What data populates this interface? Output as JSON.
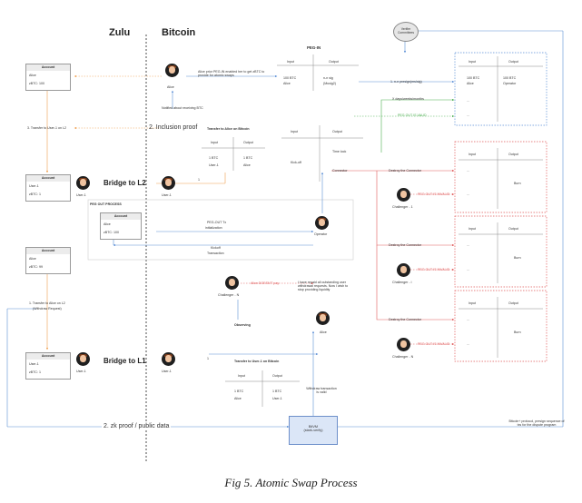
{
  "headers": {
    "zulu": "Zulu",
    "bitcoin": "Bitcoin"
  },
  "caption": "Fig 5. Atomic Swap Process",
  "accounts": {
    "top": {
      "title": "Account",
      "rows": [
        "Alice",
        "zBTC: 100"
      ]
    },
    "mid": {
      "title": "Account",
      "rows": [
        "User-1",
        "zBTC: 1"
      ]
    },
    "low": {
      "title": "Account",
      "rows": [
        "Alice",
        "zBTC: 99"
      ]
    },
    "bottom": {
      "title": "Account",
      "rows": [
        "User-1",
        "zBTC: 1"
      ]
    },
    "pegout": {
      "title": "Account",
      "rows": [
        "Alice",
        "zBTC: 100"
      ]
    }
  },
  "actors": {
    "alice_top": "Alice",
    "user1_zulu_top": "User-1",
    "user1_btc_top": "User-1",
    "operator": "Operator",
    "challenger_n_mid": "Challenger - N",
    "alice_mid": "Alice",
    "user1_zulu_bottom": "User-1",
    "user1_btc_bottom": "User-1",
    "challenger_1": "Challenger - 1",
    "challenger_i": "Challenger - i",
    "challenger_n": "Challenger - N"
  },
  "labels": {
    "bridge_l2": "Bridge to L2",
    "bridge_l1": "Bridge to L1",
    "inclusion_proof": "2. Inclusion proof",
    "zk_proof": "2. zk proof / public data",
    "transfer_l2": "3. Transfer to User-1 on L2",
    "transfer_l1": "1. Transfer to Alice on L2",
    "withdraw_request": "(Withdraw Request)",
    "alice_peg_note": "Alice prior PEG-IN enabled her to get zBTC to provide for atomic swaps",
    "notified": "Notified about receiving BTC",
    "transfer_alice_btc": "Transfer to Alice on Bitcoin",
    "transfer_user1_btc": "Transfer to User-1 on Bitcoin",
    "pegout_process": "PEG OUT PROCESS",
    "pegout_tx": "PEG-OUT Tx",
    "initialization": "initialization",
    "kickoff_tx": "Kickoff",
    "transaction": "Transaction",
    "alice_got": "Alice DOESN'T pay",
    "repaid_note": "I have repaid all outstanding user withdrawal requests. Now I wish to stop providing liquidity",
    "observing": "Observing",
    "withdraw_valid": "Withdraw transaction is valid",
    "bitvm_title": "BitVM",
    "bitvm_sub": "(stark-verify)",
    "verifier": "Verifier Committees",
    "nofn": "1. n-n presign(ms/sig)",
    "weeks": "X days/weeks/months",
    "pegout_valid": "PEG OUT IS VALID",
    "destroy1": "Destroy the Connector",
    "destroy2": "Destroy the Connector",
    "destroy3": "Destroy the Connector",
    "invalid1": "PEG OUT IS INVALID",
    "invalid2": "PEG OUT IS INVALID",
    "invalid3": "PEG OUT IS INVALID",
    "bitcoin_proof": "Bitcoin+ protocol, presign sequence of txs for the dispute program",
    "dots": "...",
    "burn": "Burn"
  },
  "pegin": {
    "title": "PEG-IN",
    "input_h": "Input",
    "output_h": "Output",
    "in1": "100 BTC",
    "in2": "Alice",
    "out1": "n-n sig",
    "out2": "(Musig2)"
  },
  "verify_box": {
    "input_h": "Input",
    "output_h": "Output",
    "in1": "100 BTC",
    "in2": "Alice",
    "out1": "100 BTC",
    "out2": "Operator"
  },
  "tx_alice": {
    "input_h": "Input",
    "output_h": "Output",
    "in1": "1 BTC",
    "in2": "User-1",
    "out1": "1 BTC",
    "out2": "Alice"
  },
  "tx_user": {
    "input_h": "Input",
    "output_h": "Output",
    "in1": "1 BTC",
    "in2": "Alice",
    "out1": "1 BTC",
    "out2": "User-1"
  },
  "kickoff": {
    "input_h": "Input",
    "output_h": "Output",
    "in1": "Kick-off",
    "out1": "Time lock",
    "out2": "Connector"
  },
  "burn_boxes": {
    "input_h": "Input",
    "output_h": "Output"
  },
  "step1": "1",
  "step2": "1",
  "colors": {
    "red": "#e05a5a",
    "blue": "#5b8fd6",
    "green": "#4caf50",
    "orange": "#f0a050"
  }
}
